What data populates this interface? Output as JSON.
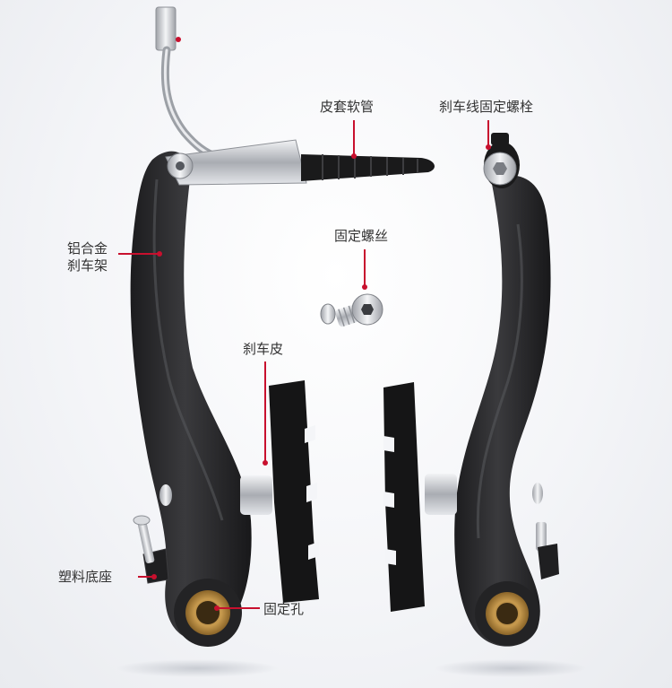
{
  "labels": {
    "hose": "皮套软管",
    "cable_bolt": "刹车线固定螺栓",
    "fixing_screw": "固定螺丝",
    "arm_line1": "铝合金",
    "arm_line2": "刹车架",
    "brake_pad": "刹车皮",
    "plastic_base": "塑料底座",
    "fixing_hole": "固定孔"
  },
  "colors": {
    "callout": "#c8102e",
    "arm": "#2a2a2c",
    "pad": "#141414",
    "silver": "#c9cbcf",
    "bushing": "#b8893f",
    "background": "#f4f5f8"
  }
}
